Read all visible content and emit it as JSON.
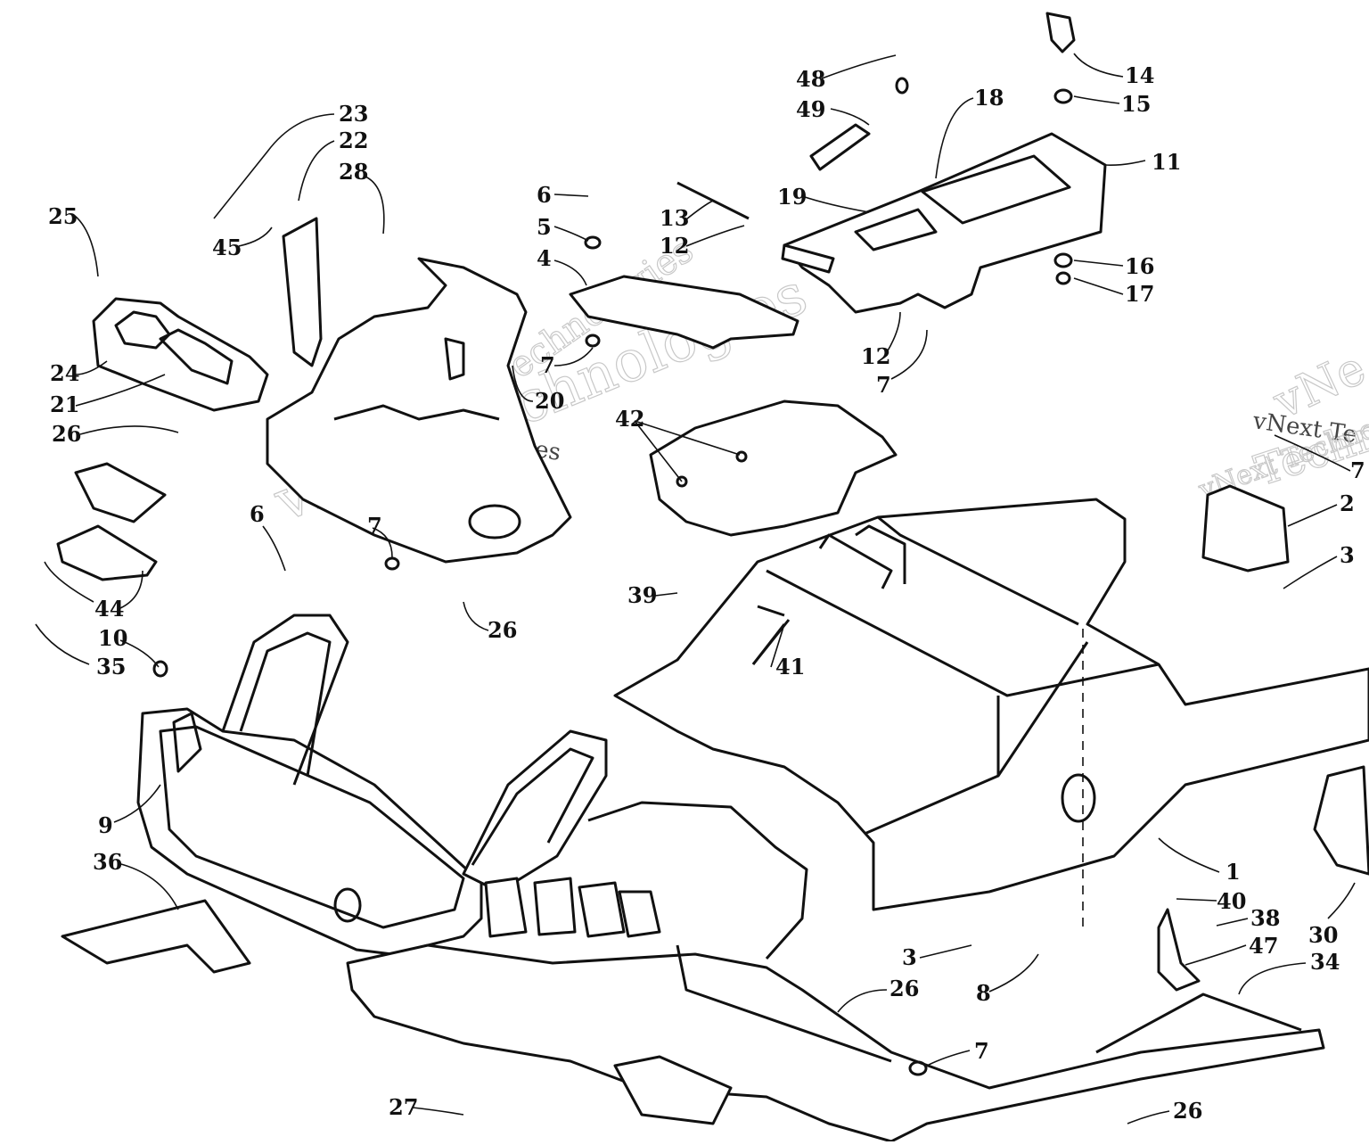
{
  "diagram": {
    "watermarks": [
      {
        "text": "vNext Technologies"
      },
      {
        "text": "vNext Technologies"
      },
      {
        "text": "vNext Technologies"
      },
      {
        "text": "vNext Technologies"
      },
      {
        "text": "vNext Te"
      },
      {
        "text": "Technolo"
      },
      {
        "text": "vNe"
      }
    ],
    "callouts": [
      {
        "label": "48"
      },
      {
        "label": "49"
      },
      {
        "label": "18"
      },
      {
        "label": "14"
      },
      {
        "label": "15"
      },
      {
        "label": "11"
      },
      {
        "label": "19"
      },
      {
        "label": "16"
      },
      {
        "label": "17"
      },
      {
        "label": "12"
      },
      {
        "label": "7"
      },
      {
        "label": "13"
      },
      {
        "label": "12"
      },
      {
        "label": "6"
      },
      {
        "label": "5"
      },
      {
        "label": "4"
      },
      {
        "label": "7"
      },
      {
        "label": "23"
      },
      {
        "label": "22"
      },
      {
        "label": "28"
      },
      {
        "label": "45"
      },
      {
        "label": "25"
      },
      {
        "label": "24"
      },
      {
        "label": "21"
      },
      {
        "label": "20"
      },
      {
        "label": "26"
      },
      {
        "label": "42"
      },
      {
        "label": "7"
      },
      {
        "label": "2"
      },
      {
        "label": "3"
      },
      {
        "label": "6"
      },
      {
        "label": "7"
      },
      {
        "label": "26"
      },
      {
        "label": "39"
      },
      {
        "label": "44"
      },
      {
        "label": "10"
      },
      {
        "label": "35"
      },
      {
        "label": "41"
      },
      {
        "label": "9"
      },
      {
        "label": "36"
      },
      {
        "label": "1"
      },
      {
        "label": "40"
      },
      {
        "label": "38"
      },
      {
        "label": "47"
      },
      {
        "label": "30"
      },
      {
        "label": "34"
      },
      {
        "label": "3"
      },
      {
        "label": "8"
      },
      {
        "label": "26"
      },
      {
        "label": "7"
      },
      {
        "label": "27"
      },
      {
        "label": "26"
      }
    ]
  }
}
